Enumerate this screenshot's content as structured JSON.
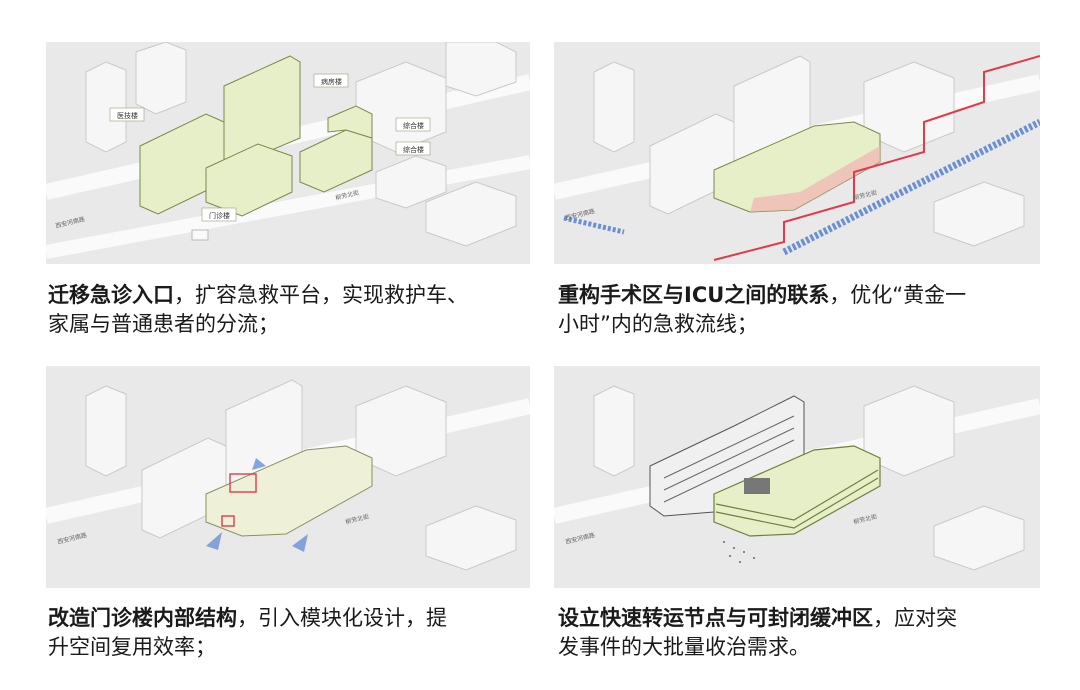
{
  "panels": [
    {
      "labels": {
        "medical_tech": "医技楼",
        "ward": "病房楼",
        "general_1": "综合楼",
        "general_2": "综合楼",
        "outpatient": "门诊楼"
      },
      "streets": {
        "left": "西安河南路",
        "right": "柳芳北街"
      },
      "caption": {
        "bold": "迁移急诊入口",
        "rest_line1": "，扩容急救平台，实现救护车、",
        "line2": "家属与普通患者的分流；"
      }
    },
    {
      "streets": {
        "left": "西安河南路",
        "right": "柳芳北街"
      },
      "caption": {
        "bold": "重构手术区与ICU之间的联系",
        "rest_line1": "，优化“黄金一",
        "line2": "小时”内的急救流线；"
      }
    },
    {
      "streets": {
        "left": "西安河南路",
        "right": "柳芳北街"
      },
      "caption": {
        "bold": "改造门诊楼内部结构",
        "rest_line1": "，引入模块化设计，提",
        "line2": "升空间复用效率；"
      }
    },
    {
      "streets": {
        "left": "西安河南路",
        "right": "柳芳北街"
      },
      "caption": {
        "bold": "设立快速转运节点与可封闭缓冲区",
        "rest_line1": "，应对突",
        "line2": "发事件的大批量收治需求。"
      }
    }
  ],
  "colors": {
    "highlight": "#e6efc8",
    "stroke": "#7b8a4a",
    "red": "#e23a4a",
    "blue": "#6a8fd6",
    "background": "#e9e9e9",
    "building": "#f7f7f7"
  }
}
